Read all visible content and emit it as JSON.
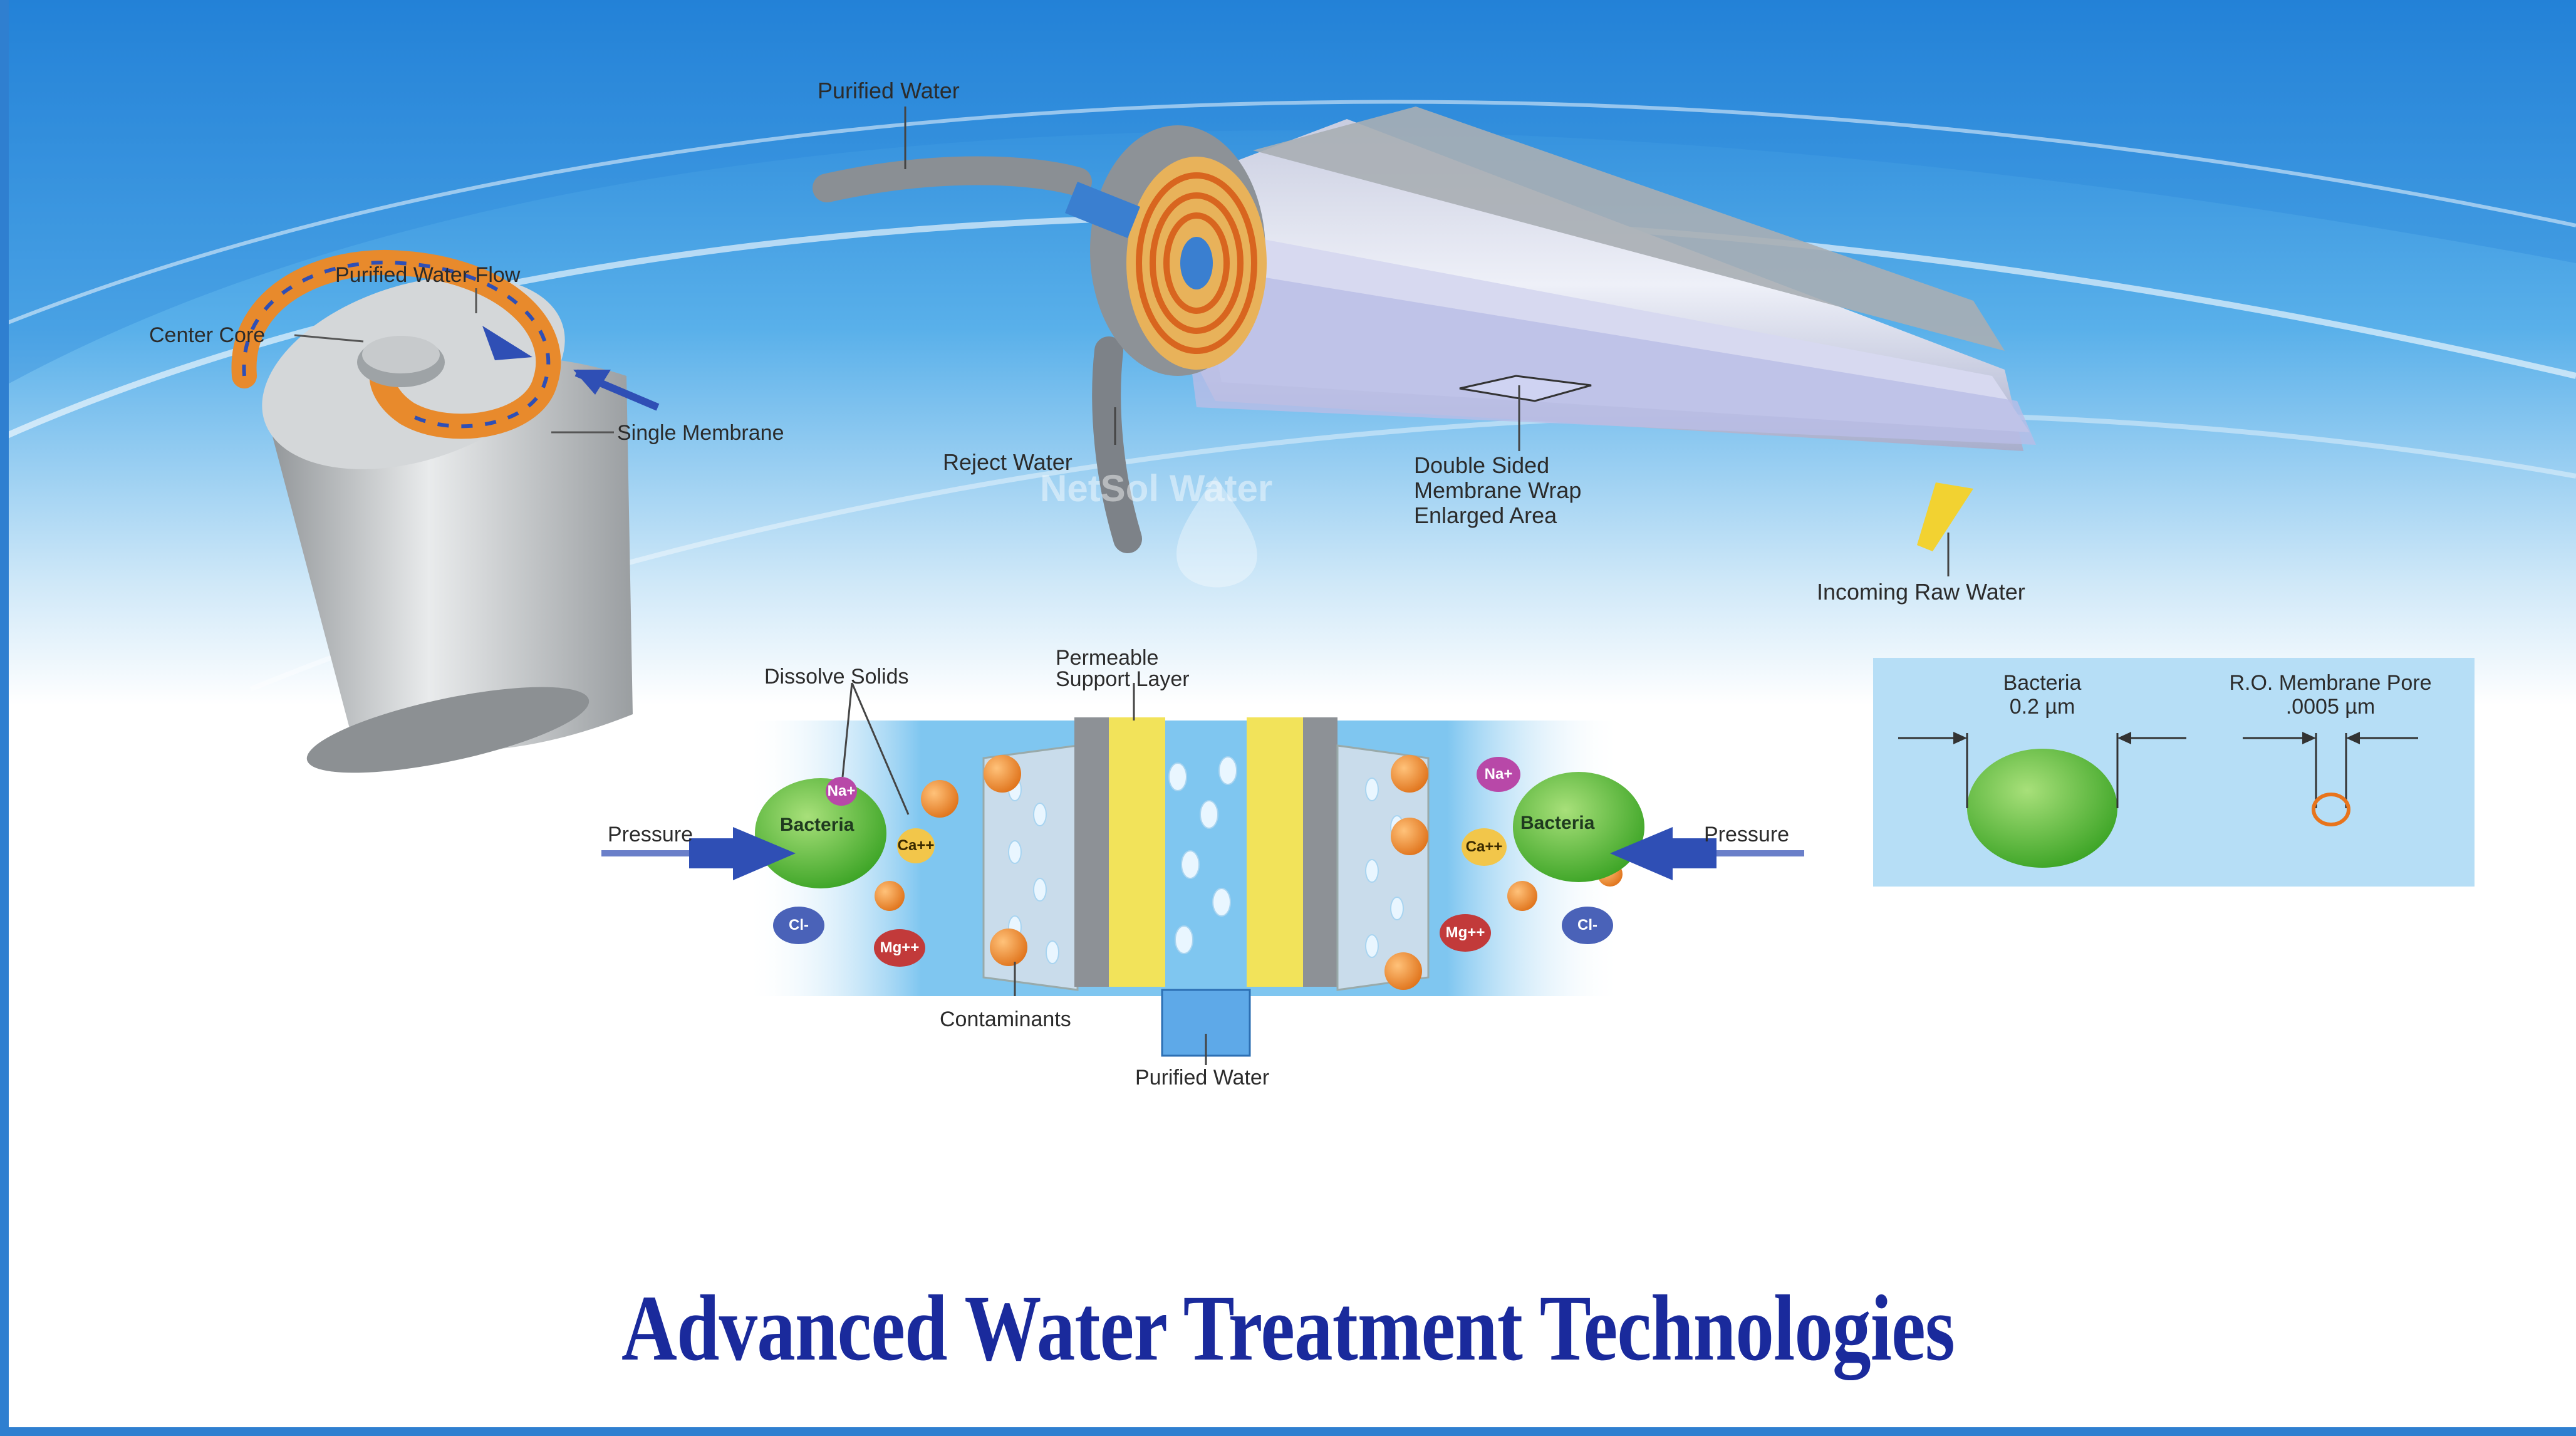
{
  "title": "Advanced Water Treatment Technologies",
  "watermark": "NetSol Water",
  "spiral_diagram": {
    "labels": {
      "purified_water_flow": "Purified Water Flow",
      "center_core": "Center Core",
      "single_membrane": "Single Membrane"
    }
  },
  "cartridge_diagram": {
    "labels": {
      "purified_water": "Purified Water",
      "reject_water": "Reject Water",
      "double_sided_line1": "Double Sided",
      "double_sided_line2": "Membrane Wrap",
      "double_sided_line3": "Enlarged Area",
      "incoming_raw_water": "Incoming Raw Water"
    }
  },
  "osmosis_diagram": {
    "labels": {
      "dissolve_solids": "Dissolve Solids",
      "permeable_line1": "Permeable",
      "permeable_line2": "Support Layer",
      "pressure_left": "Pressure",
      "pressure_right": "Pressure",
      "contaminants": "Contaminants",
      "purified_water": "Purified Water",
      "bacteria_left": "Bacteria",
      "bacteria_right": "Bacteria"
    },
    "ions": {
      "na": "Na+",
      "ca": "Ca++",
      "cl": "Cl-",
      "mg": "Mg++"
    }
  },
  "size_comparison": {
    "bacteria_label": "Bacteria",
    "bacteria_size": "0.2 µm",
    "pore_label": "R.O. Membrane Pore",
    "pore_size": ".0005 µm"
  },
  "colors": {
    "title": "#1a2a9c",
    "sky": "#3f9be0",
    "arrow": "#2f4fb5",
    "membrane_orange": "#e88a2c",
    "bacteria_green": "#5cc23a",
    "support_yellow": "#f2e35a"
  }
}
